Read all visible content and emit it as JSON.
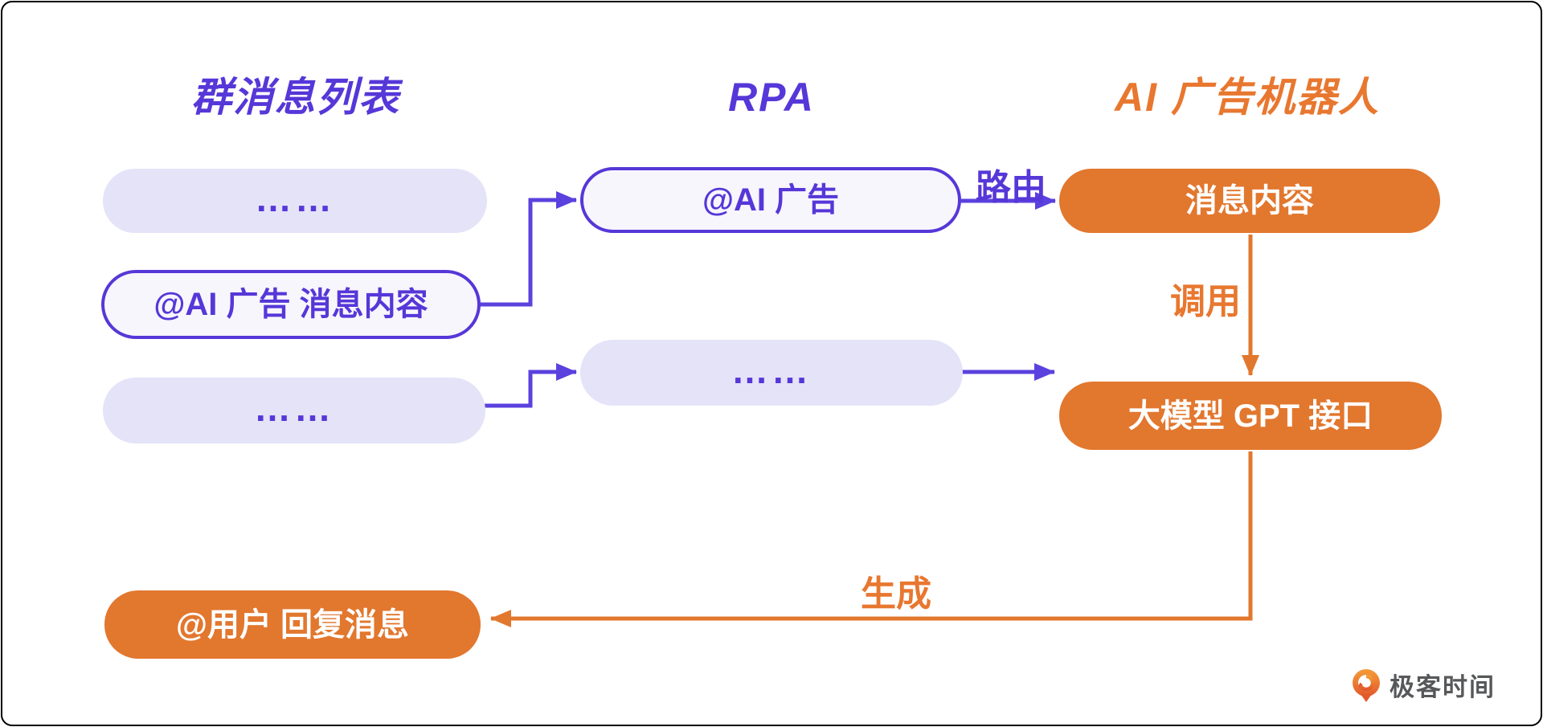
{
  "diagram": {
    "headers": {
      "left": "群消息列表",
      "middle": "RPA",
      "right": "AI 广告机器人"
    },
    "nodes": {
      "left_msg_top": {
        "label": "……"
      },
      "left_msg_at": {
        "label": "@AI 广告 消息内容"
      },
      "left_msg_bottom": {
        "label": "……"
      },
      "rpa_match": {
        "label": "@AI 广告"
      },
      "rpa_other": {
        "label": "……"
      },
      "bot_message": {
        "label": "消息内容"
      },
      "bot_gpt": {
        "label": "大模型 GPT 接口"
      },
      "reply": {
        "label": "@用户 回复消息"
      }
    },
    "edge_labels": {
      "route": "路由",
      "invoke": "调用",
      "generate": "生成"
    },
    "colors": {
      "purple": "#5637D8",
      "lavender_fill": "#E4E3F8",
      "light_fill": "#F7F6FD",
      "orange": "#E2772E"
    },
    "logo": {
      "text": "极客时间"
    }
  }
}
